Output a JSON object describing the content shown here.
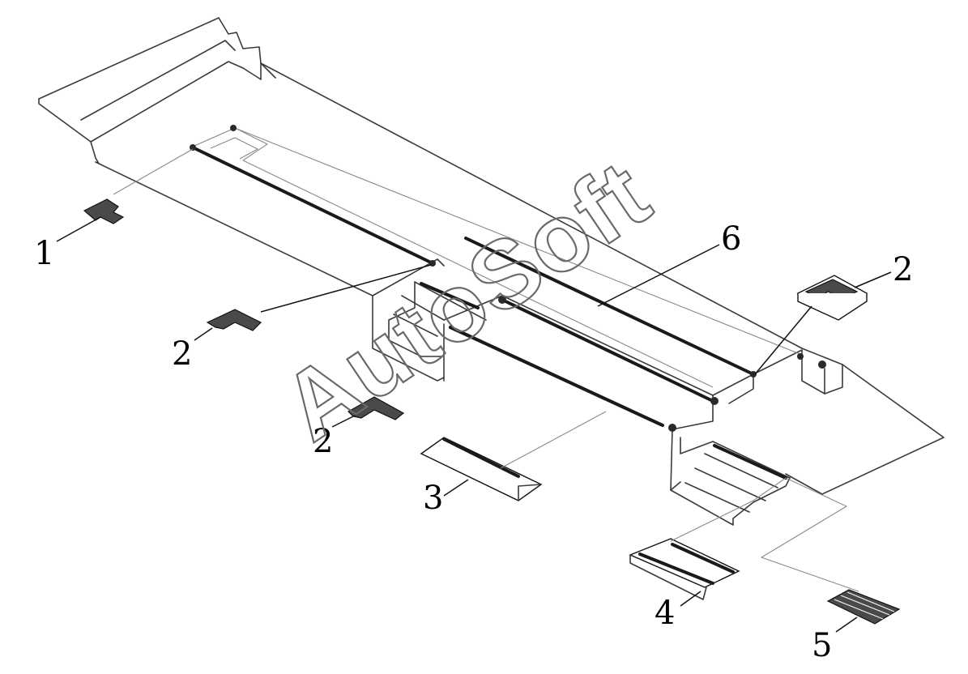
{
  "diagram": {
    "callouts": [
      {
        "id": "c1",
        "label": "1"
      },
      {
        "id": "c2a",
        "label": "2"
      },
      {
        "id": "c2b",
        "label": "2"
      },
      {
        "id": "c2c",
        "label": "2"
      },
      {
        "id": "c3",
        "label": "3"
      },
      {
        "id": "c4",
        "label": "4"
      },
      {
        "id": "c5",
        "label": "5"
      },
      {
        "id": "c6",
        "label": "6"
      }
    ],
    "watermark": "AutoSoft"
  },
  "colors": {
    "line": "#3a3a3a",
    "part_fill": "#4a4a4a",
    "watermark": "#6a6a6a",
    "background": "#ffffff"
  }
}
